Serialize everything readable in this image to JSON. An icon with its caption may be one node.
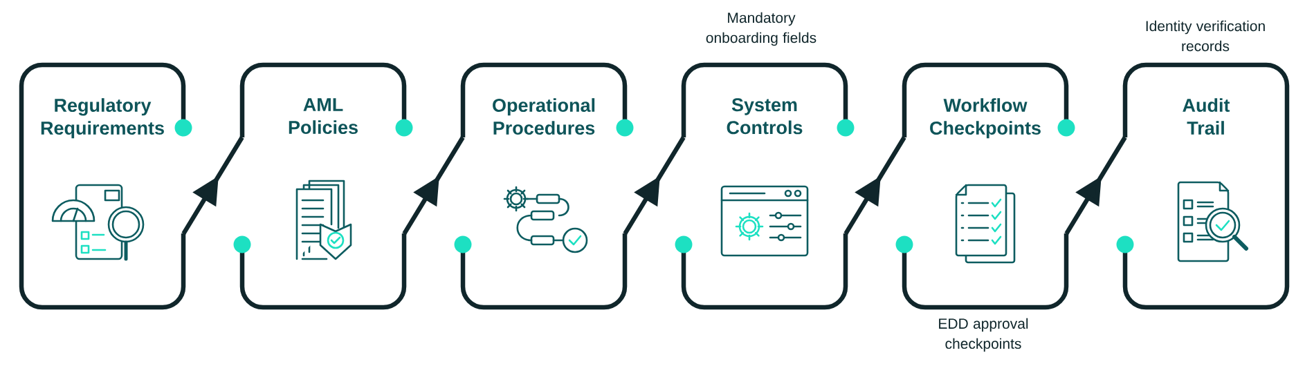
{
  "diagram": {
    "nodes": [
      {
        "text": [
          "Regulatory Requirements"
        ]
      },
      {
        "text": [
          "AML Policies"
        ]
      },
      {
        "text": [
          "Operational Procedures"
        ]
      },
      {
        "text": [
          "System Controls"
        ],
        "beside": [
          "Mandatory onboarding fields"
        ]
      },
      {
        "text": [
          "Workflow Checkpoints"
        ],
        "beside": [
          "EDD approval checkpoints"
        ]
      },
      {
        "text": [
          "Audit Trail"
        ],
        "beside": [
          "Identity verification records"
        ]
      }
    ],
    "edges": [
      {
        "from": 0,
        "to": 1,
        "arrow": "to"
      },
      {
        "from": 1,
        "to": 2,
        "arrow": "to"
      },
      {
        "from": 2,
        "to": 3,
        "arrow": "to"
      },
      {
        "from": 3,
        "to": 4,
        "arrow": "to"
      },
      {
        "from": 4,
        "to": 5,
        "arrow": "to"
      }
    ]
  }
}
